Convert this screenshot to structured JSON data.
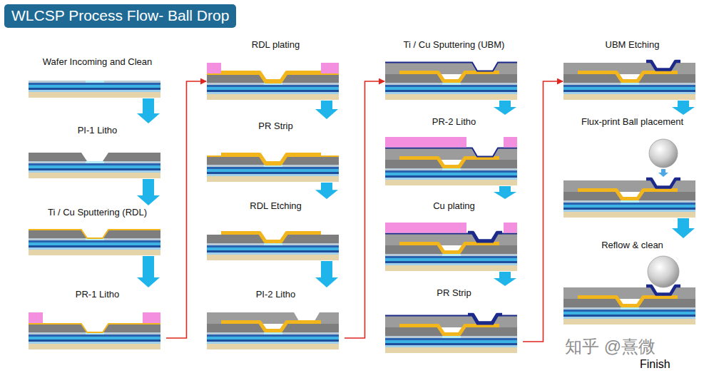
{
  "diagram": {
    "title": "WLCSP Process Flow- Ball Drop",
    "nodes": [
      {
        "text": [
          "Wafer Incoming and Clean"
        ]
      },
      {
        "text": [
          "PI-1 Litho"
        ]
      },
      {
        "text": [
          "Ti / Cu Sputtering (RDL)"
        ]
      },
      {
        "text": [
          "PR-1 Litho"
        ]
      },
      {
        "text": [
          "RDL plating"
        ]
      },
      {
        "text": [
          "PR Strip"
        ]
      },
      {
        "text": [
          "RDL Etching"
        ]
      },
      {
        "text": [
          "PI-2 Litho"
        ]
      },
      {
        "text": [
          "Ti / Cu Sputtering (UBM)"
        ]
      },
      {
        "text": [
          "PR-2 Litho"
        ]
      },
      {
        "text": [
          "Cu plating"
        ]
      },
      {
        "text": [
          "PR Strip"
        ]
      },
      {
        "text": [
          "UBM Etching"
        ]
      },
      {
        "text": [
          "Flux-print Ball placement"
        ]
      },
      {
        "text": [
          "Reflow & clean"
        ]
      }
    ],
    "edges": [
      {
        "from": 0,
        "to": 1,
        "arrow": "to"
      },
      {
        "from": 1,
        "to": 2,
        "arrow": "to"
      },
      {
        "from": 2,
        "to": 3,
        "arrow": "to"
      },
      {
        "from": 3,
        "to": 4,
        "arrow": "to"
      },
      {
        "from": 4,
        "to": 5,
        "arrow": "to"
      },
      {
        "from": 5,
        "to": 6,
        "arrow": "to"
      },
      {
        "from": 6,
        "to": 7,
        "arrow": "to"
      },
      {
        "from": 7,
        "to": 8,
        "arrow": "to"
      },
      {
        "from": 8,
        "to": 9,
        "arrow": "to"
      },
      {
        "from": 9,
        "to": 10,
        "arrow": "to"
      },
      {
        "from": 10,
        "to": 11,
        "arrow": "to"
      },
      {
        "from": 11,
        "to": 12,
        "arrow": "to"
      },
      {
        "from": 12,
        "to": 13,
        "arrow": "to"
      },
      {
        "from": 13,
        "to": 14,
        "arrow": "to"
      }
    ],
    "labels": [
      "知乎 @熹微",
      "Finish"
    ]
  }
}
